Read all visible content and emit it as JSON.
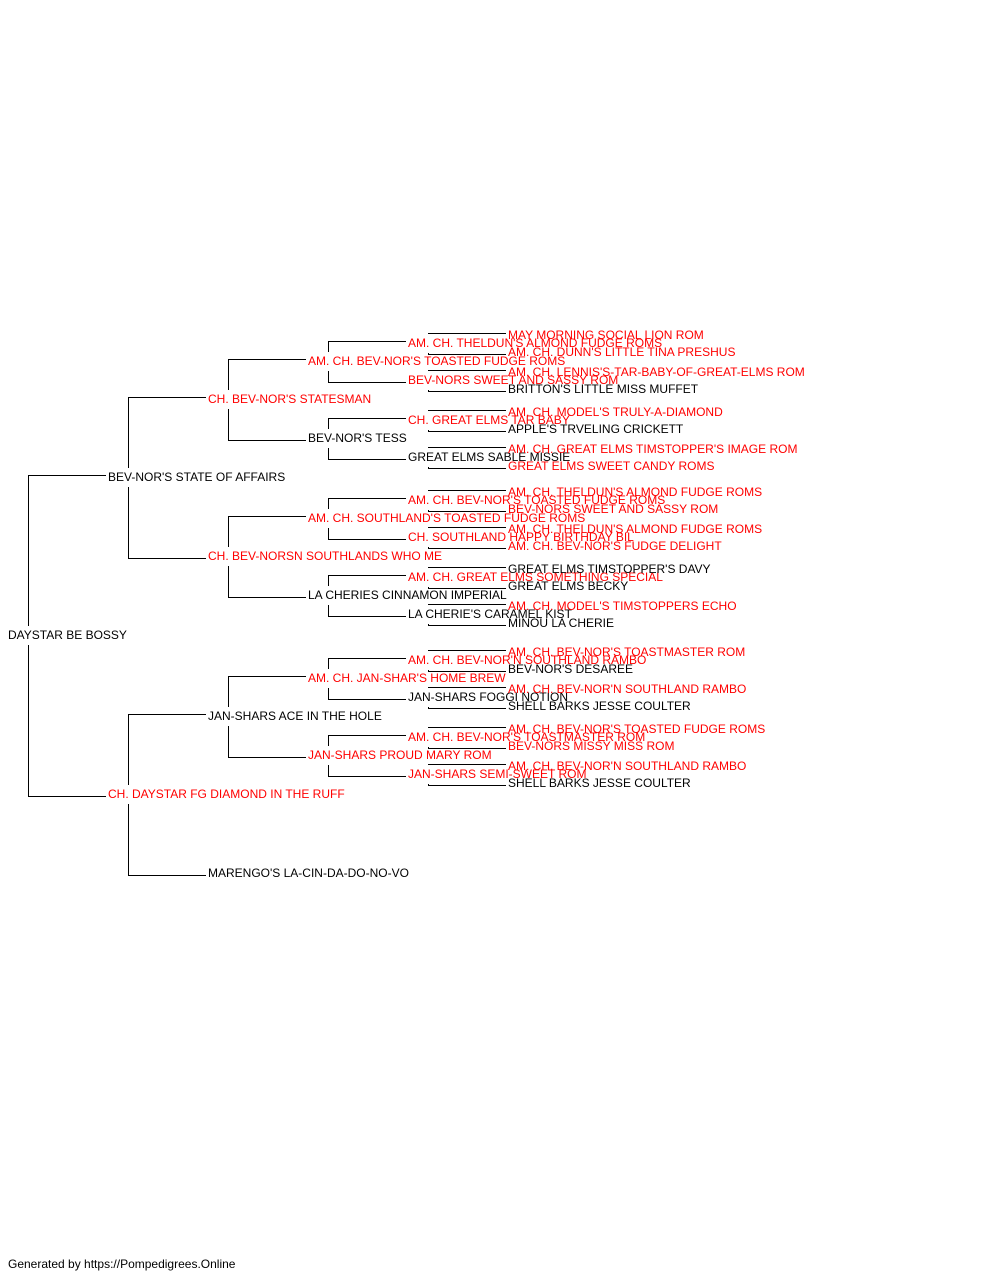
{
  "colors": {
    "titled": "#ff0000",
    "plain": "#000000",
    "line": "#000000"
  },
  "root": {
    "name": "DAYSTAR BE BOSSY",
    "titled": false,
    "sire": {
      "name": "BEV-NOR'S STATE OF AFFAIRS",
      "titled": false,
      "sire": {
        "name": "CH. BEV-NOR'S STATESMAN",
        "titled": true,
        "sire": {
          "name": "AM. CH. BEV-NOR'S TOASTED FUDGE ROMS",
          "titled": true,
          "sire": {
            "name": "AM. CH. THELDUN'S ALMOND FUDGE ROMS",
            "titled": true,
            "sire": {
              "name": "MAY MORNING SOCIAL LION ROM",
              "titled": true
            },
            "dam": {
              "name": "AM. CH. DUNN'S LITTLE TINA PRESHUS",
              "titled": true
            }
          },
          "dam": {
            "name": "BEV-NORS SWEET AND SASSY ROM",
            "titled": true,
            "sire": {
              "name": "AM. CH. LENNIS'S-TAR-BABY-OF-GREAT-ELMS ROM",
              "titled": true
            },
            "dam": {
              "name": "BRITTON'S LITTLE MISS MUFFET",
              "titled": false
            }
          }
        },
        "dam": {
          "name": "BEV-NOR'S TESS",
          "titled": false,
          "sire": {
            "name": "CH. GREAT ELMS TAR BABY",
            "titled": true,
            "sire": {
              "name": "AM. CH. MODEL'S TRULY-A-DIAMOND",
              "titled": true
            },
            "dam": {
              "name": "APPLE'S TRVELING CRICKETT",
              "titled": false
            }
          },
          "dam": {
            "name": "GREAT ELMS SABLE MISSIE",
            "titled": false,
            "sire": {
              "name": "AM. CH. GREAT ELMS TIMSTOPPER'S IMAGE ROM",
              "titled": true
            },
            "dam": {
              "name": "GREAT ELMS SWEET CANDY ROMS",
              "titled": true
            }
          }
        }
      },
      "dam": {
        "name": "CH. BEV-NORSN SOUTHLANDS WHO ME",
        "titled": true,
        "sire": {
          "name": "AM. CH. SOUTHLAND'S TOASTED FUDGE ROMS",
          "titled": true,
          "sire": {
            "name": "AM. CH. BEV-NOR'S TOASTED FUDGE ROMS",
            "titled": true,
            "sire": {
              "name": "AM. CH. THELDUN'S ALMOND FUDGE ROMS",
              "titled": true
            },
            "dam": {
              "name": "BEV-NORS SWEET AND SASSY ROM",
              "titled": true
            }
          },
          "dam": {
            "name": "CH. SOUTHLAND HAPPY BIRTHDAY BIL",
            "titled": true,
            "sire": {
              "name": "AM. CH. THELDUN'S ALMOND FUDGE ROMS",
              "titled": true
            },
            "dam": {
              "name": "AM. CH. BEV-NOR'S FUDGE DELIGHT",
              "titled": true
            }
          }
        },
        "dam": {
          "name": "LA CHERIES CINNAMON IMPERIAL",
          "titled": false,
          "sire": {
            "name": "AM. CH. GREAT ELMS SOMETHING SPECIAL",
            "titled": true,
            "sire": {
              "name": "GREAT ELMS TIMSTOPPER'S DAVY",
              "titled": false
            },
            "dam": {
              "name": "GREAT ELMS BECKY",
              "titled": false
            }
          },
          "dam": {
            "name": "LA CHERIE'S CARAMEL KIST",
            "titled": false,
            "sire": {
              "name": "AM. CH. MODEL'S TIMSTOPPERS ECHO",
              "titled": true
            },
            "dam": {
              "name": "MINOU LA CHERIE",
              "titled": false
            }
          }
        }
      }
    },
    "dam": {
      "name": "CH. DAYSTAR FG DIAMOND IN THE RUFF",
      "titled": true,
      "sire": {
        "name": "JAN-SHARS ACE IN THE HOLE",
        "titled": false,
        "sire": {
          "name": "AM. CH. JAN-SHAR'S HOME BREW",
          "titled": true,
          "sire": {
            "name": "AM. CH. BEV-NOR'N SOUTHLAND RAMBO",
            "titled": true,
            "sire": {
              "name": "AM. CH. BEV-NOR'S TOASTMASTER ROM",
              "titled": true
            },
            "dam": {
              "name": "BEV-NOR'S DESAREE",
              "titled": false
            }
          },
          "dam": {
            "name": "JAN-SHARS FOGGI NOTION",
            "titled": false,
            "sire": {
              "name": "AM. CH. BEV-NOR'N SOUTHLAND RAMBO",
              "titled": true
            },
            "dam": {
              "name": "SHELL BARKS JESSE COULTER",
              "titled": false
            }
          }
        },
        "dam": {
          "name": "JAN-SHARS PROUD MARY ROM",
          "titled": true,
          "sire": {
            "name": "AM. CH. BEV-NOR'S TOASTMASTER ROM",
            "titled": true,
            "sire": {
              "name": "AM. CH. BEV-NOR'S TOASTED FUDGE ROMS",
              "titled": true
            },
            "dam": {
              "name": "BEV-NORS MISSY MISS ROM",
              "titled": true
            }
          },
          "dam": {
            "name": "JAN-SHARS SEMI-SWEET ROM",
            "titled": true,
            "sire": {
              "name": "AM. CH. BEV-NOR'N SOUTHLAND RAMBO",
              "titled": true
            },
            "dam": {
              "name": "SHELL BARKS JESSE COULTER",
              "titled": false
            }
          }
        }
      },
      "dam": {
        "name": "MARENGO'S LA-CIN-DA-DO-NO-VO",
        "titled": false
      }
    }
  },
  "footer": "Generated by https://Pompedigrees.Online"
}
